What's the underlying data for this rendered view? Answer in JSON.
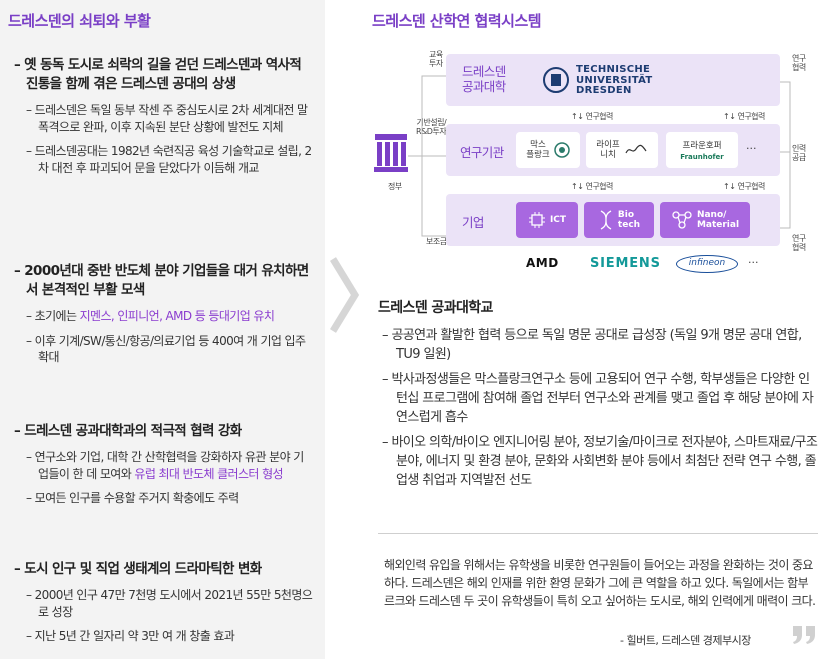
{
  "left": {
    "title": "드레스덴의 쇠퇴와 부활",
    "items": [
      {
        "head": "옛 동독 도시로 쇠락의 길을 걷던 드레스덴과 역사적 진통을 함께 겪은 드레스덴 공대의 상생",
        "subs": [
          "드레스덴은 독일 동부 작센 주 중심도시로 2차 세계대전 말 폭격으로 완파, 이후 지속된 분단 상황에 발전도 지체",
          "드레스덴공대는 1982년 숙련직공 육성 기술학교로 설립, 2차 대전 후 파괴되어 문을 닫았다가 이듬해 개교"
        ]
      },
      {
        "head": "2000년대 중반 반도체 분야 기업들을 대거 유치하면서 본격적인 부활 모색",
        "subs_a": "초기에는 ",
        "subs_a_hl": "지멘스, 인피니언, AMD 등 등대기업 유치",
        "subs_b": "이후 기계/SW/통신/항공/의료기업 등 400여 개 기업 입주 확대"
      },
      {
        "head": "드레스덴 공과대학과의 적극적 협력 강화",
        "subs_a": "연구소와 기업, 대학 간 산학협력을 강화하자 유관 분야 기업들이 한 데 모여와 ",
        "subs_a_hl": "유럽 최대 반도체 클러스터 형성",
        "subs_b": "모여든 인구를 수용할 주거지 확충에도 주력"
      },
      {
        "head": "도시 인구 및 직업 생태계의 드라마틱한 변화",
        "subs": [
          "2000년 인구 47만 7천명 도시에서 2021년 55만 5천명으로 성장",
          "지난 5년 간 일자리 약 3만 여 개 창출 효과"
        ]
      }
    ]
  },
  "right": {
    "title": "드레스덴 산학연 협력시스템",
    "diagram": {
      "left_labels": {
        "invest": "교육\n투자",
        "rnd": "기반설립/\nR&D투자",
        "gov": "정부",
        "subsidy": "보조금"
      },
      "right_labels": {
        "research_coop": "연구\n협력",
        "talent": "인력\n공급",
        "research_coop2": "연구\n협력"
      },
      "band_univ": "드레스덴\n공과대학",
      "tud_logo": "TECHNISCHE\nUNIVERSITÄT\nDRESDEN",
      "band_inst": "연구기관",
      "band_corp": "기업",
      "coop": "연구협력",
      "inst_cards": [
        "막스\n플랑크",
        "라이프\n니치",
        "프라운호퍼"
      ],
      "fraunhofer_logo": "Fraunhofer",
      "ellipsis": "···",
      "corp_tiles": [
        "ICT",
        "Bio\ntech",
        "Nano/\nMaterial"
      ],
      "brands": [
        "AMD",
        "SIEMENS",
        "infineon"
      ]
    },
    "sub_title": "드레스덴 공과대학교",
    "points": [
      "공공연과 활발한 협력 등으로 독일 명문 공대로 급성장 (독일 9개 명문 공대 연합, TU9 일원)",
      "박사과정생들은 막스플랑크연구소 등에 고용되어 연구 수행, 학부생들은 다양한 인턴십 프로그램에 참여해 졸업 전부터 연구소와 관계를 맺고 졸업 후 해당 분야에 자연스럽게 흡수",
      "바이오 의학/바이오 엔지니어링 분야, 정보기술/마이크로 전자분야, 스마트재료/구조 분야, 에너지 및 환경 분야, 문화와 사회변화 분야 등에서 최첨단 전략 연구 수행, 졸업생 취업과 지역발전 선도"
    ],
    "quote": "해외인력 유입을 위해서는 유학생을 비롯한 연구원들이 들어오는 과정을 완화하는 것이 중요하다. 드레스덴은 해외 인재를 위한 환영 문화가 그에 큰 역할을 하고 있다. 독일에서는 함부르크와 드레스덴 두 곳이 유학생들이 특히 오고 싶어하는 도시로, 해외 인력에게 매력이 크다.",
    "quote_source": "- 힐버트, 드레스덴 경제부시장"
  },
  "colors": {
    "accent": "#7a3fc6",
    "band": "#ebe3f7",
    "tile": "#a868e0",
    "panel": "#f3f3f3"
  }
}
